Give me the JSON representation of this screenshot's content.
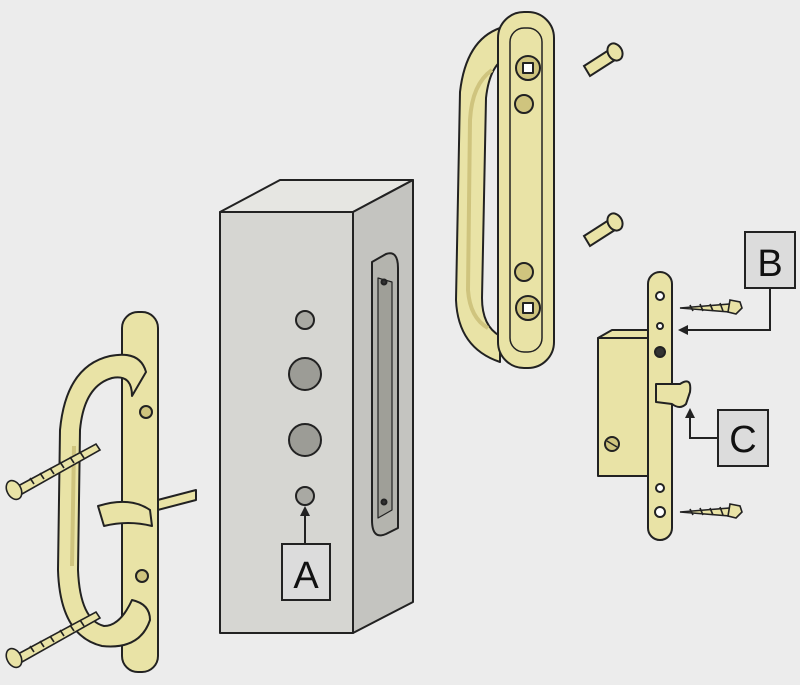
{
  "labels": {
    "a": "A",
    "b": "B",
    "c": "C"
  },
  "colors": {
    "background": "#ececec",
    "brass": "#e9e3a6",
    "brass_shade": "#cfc47e",
    "door_front": "#d6d6d2",
    "door_top": "#e6e6e2",
    "door_side": "#c4c4c0",
    "outline": "#222222",
    "label_box": "#dcdcdc"
  }
}
